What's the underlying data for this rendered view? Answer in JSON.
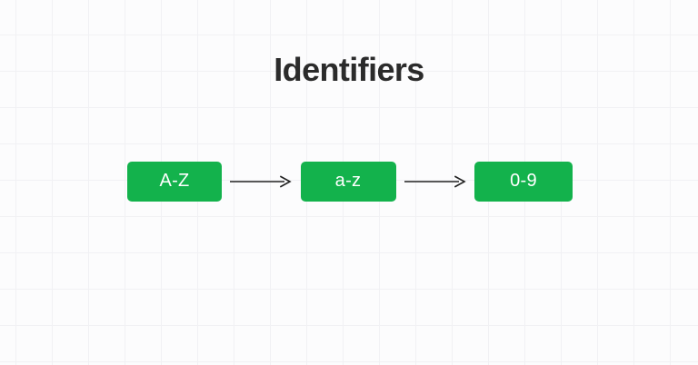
{
  "diagram": {
    "title": "Identifiers",
    "title_color": "#2b2b2b",
    "background_color": "#fcfcfd",
    "grid_line_color": "#f1f1f4",
    "node_color": "#13b24c",
    "node_text_color": "#ffffff",
    "arrow_color": "#222222",
    "nodes": [
      {
        "label": "A-Z"
      },
      {
        "label": "a-z"
      },
      {
        "label": "0-9"
      }
    ],
    "connectors": [
      {
        "type": "arrow-right",
        "from": "A-Z",
        "to": "a-z"
      },
      {
        "type": "arrow-right",
        "from": "a-z",
        "to": "0-9"
      }
    ]
  }
}
